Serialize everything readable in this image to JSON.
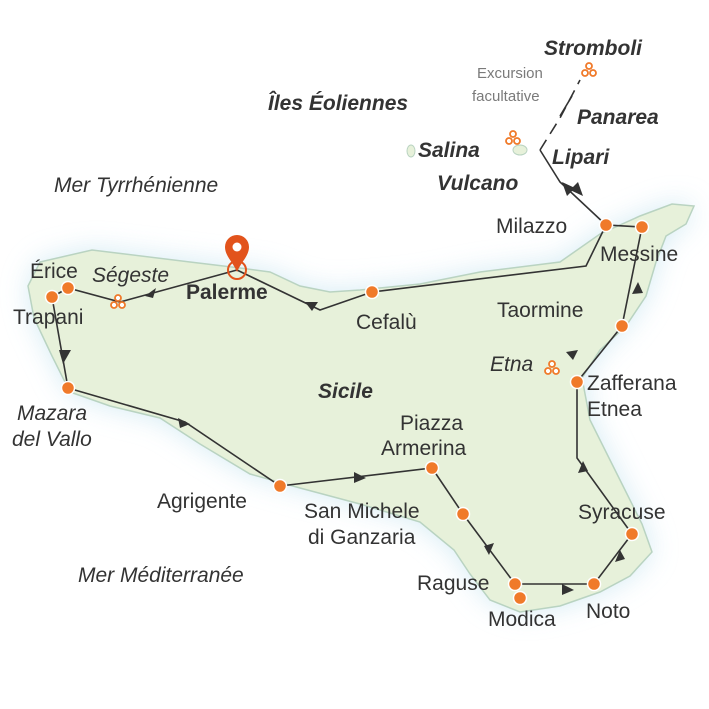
{
  "colors": {
    "sea_glow": "#cfe8f3",
    "land": "#e7f1da",
    "land_edge": "#b9d3c1",
    "route": "#333333",
    "stop": "#f07a2a",
    "excursion": "#f07a2a",
    "sea_text": "#2fc3ea",
    "pin": "#e2531c",
    "text": "#333333"
  },
  "map": {
    "island_name": "Sicile",
    "archipelago_name": "Îles Éoliennes",
    "seas": {
      "north": "Mer Tyrrhénienne",
      "south": "Mer Méditerranée"
    },
    "excursion_note_line1": "Excursion",
    "excursion_note_line2": "facultative",
    "start_pin_icon": "map-pin-icon",
    "excursion_icon": "three-circles-icon"
  },
  "stops": [
    {
      "id": "palerme",
      "label": "Palerme",
      "bold": true,
      "italic": false
    },
    {
      "id": "segeste",
      "label": "Ségeste",
      "bold": false,
      "italic": true
    },
    {
      "id": "erice",
      "label": "Érice",
      "bold": false,
      "italic": false
    },
    {
      "id": "trapani",
      "label": "Trapani",
      "bold": false,
      "italic": false
    },
    {
      "id": "mazara1",
      "label": "Mazara",
      "bold": false,
      "italic": true
    },
    {
      "id": "mazara2",
      "label": "del Vallo",
      "bold": false,
      "italic": true
    },
    {
      "id": "agrigente",
      "label": "Agrigente",
      "bold": false,
      "italic": false
    },
    {
      "id": "piazza1",
      "label": "Piazza",
      "bold": false,
      "italic": false
    },
    {
      "id": "piazza2",
      "label": "Armerina",
      "bold": false,
      "italic": false
    },
    {
      "id": "sanmichele1",
      "label": "San Michele",
      "bold": false,
      "italic": false
    },
    {
      "id": "sanmichele2",
      "label": "di Ganzaria",
      "bold": false,
      "italic": false
    },
    {
      "id": "raguse",
      "label": "Raguse",
      "bold": false,
      "italic": false
    },
    {
      "id": "modica",
      "label": "Modica",
      "bold": false,
      "italic": false
    },
    {
      "id": "noto",
      "label": "Noto",
      "bold": false,
      "italic": false
    },
    {
      "id": "syracuse",
      "label": "Syracuse",
      "bold": false,
      "italic": false
    },
    {
      "id": "zafferana1",
      "label": "Zafferana",
      "bold": false,
      "italic": false
    },
    {
      "id": "zafferana2",
      "label": "Etnea",
      "bold": false,
      "italic": false
    },
    {
      "id": "etna",
      "label": "Etna",
      "bold": false,
      "italic": true
    },
    {
      "id": "taormine",
      "label": "Taormine",
      "bold": false,
      "italic": false
    },
    {
      "id": "messine",
      "label": "Messine",
      "bold": false,
      "italic": false
    },
    {
      "id": "milazzo",
      "label": "Milazzo",
      "bold": false,
      "italic": false
    },
    {
      "id": "cefalu",
      "label": "Cefalù",
      "bold": false,
      "italic": false
    }
  ],
  "islands": [
    {
      "id": "stromboli",
      "label": "Stromboli"
    },
    {
      "id": "panarea",
      "label": "Panarea"
    },
    {
      "id": "salina",
      "label": "Salina"
    },
    {
      "id": "lipari",
      "label": "Lipari"
    },
    {
      "id": "vulcano",
      "label": "Vulcano"
    }
  ]
}
